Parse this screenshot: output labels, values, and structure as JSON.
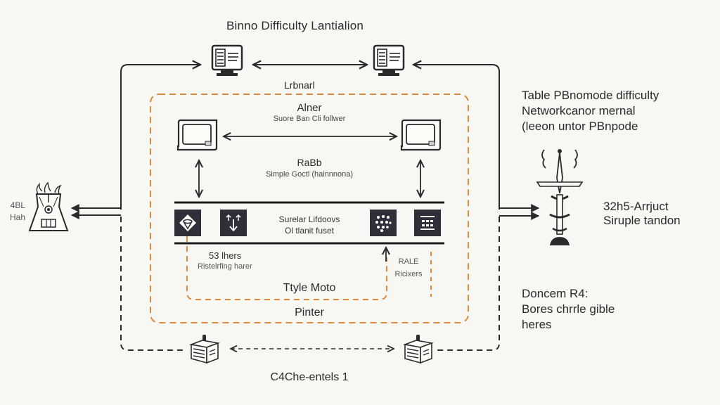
{
  "diagram": {
    "title": "Binno Difficulty Lantialion",
    "top_group_label": "Lrbnarl",
    "inner": {
      "node_a_label": "Alner",
      "node_a_sub": "Suore Ban Cli follwer",
      "node_b_label": "RaBb",
      "node_b_sub": "Simple Goctl (hainnnona)",
      "bar_label_line1": "Surelar Lifdoovs",
      "bar_label_line2": "Ol tlanit fuset",
      "left_note_line1": "53 lhers",
      "left_note_line2": "Ristelrfing harer",
      "right_note_line1": "RALE",
      "right_note_line2": "Ricixers",
      "inner_box_label": "Ttyle Moto",
      "outer_box_label": "Pinter"
    },
    "left_node": {
      "line1": "4BL",
      "line2": "Hah"
    },
    "right_panel": {
      "heading_lines": [
        "Table PBnomode difficulty",
        "Networkcanor mernal",
        "(leeon untor PBnpode"
      ],
      "node_label_line1": "32h5-Arrjuct",
      "node_label_line2": "Siruple tandon",
      "note_lines": [
        "Doncem R4:",
        "Bores chrrle gible",
        "heres"
      ]
    },
    "footer_label": "C4Che-entels 1",
    "colors": {
      "stroke": "#2a2a2a",
      "orange_dash": "#e08a3c",
      "icon_tile": "#2e2f38",
      "background": "#f7f7f3"
    },
    "icons": {
      "top_left": "server-monitor-icon",
      "top_right": "server-monitor-icon",
      "mid_left": "laptop-icon",
      "mid_right": "laptop-icon",
      "bar_tiles": [
        "funnel-diamond-icon",
        "branch-arrows-icon",
        "cluster-dots-icon",
        "grid-table-icon"
      ],
      "left": "flaming-flask-icon",
      "right": "antenna-tower-icon",
      "bottom_left": "storage-box-icon",
      "bottom_right": "storage-box-icon"
    }
  }
}
